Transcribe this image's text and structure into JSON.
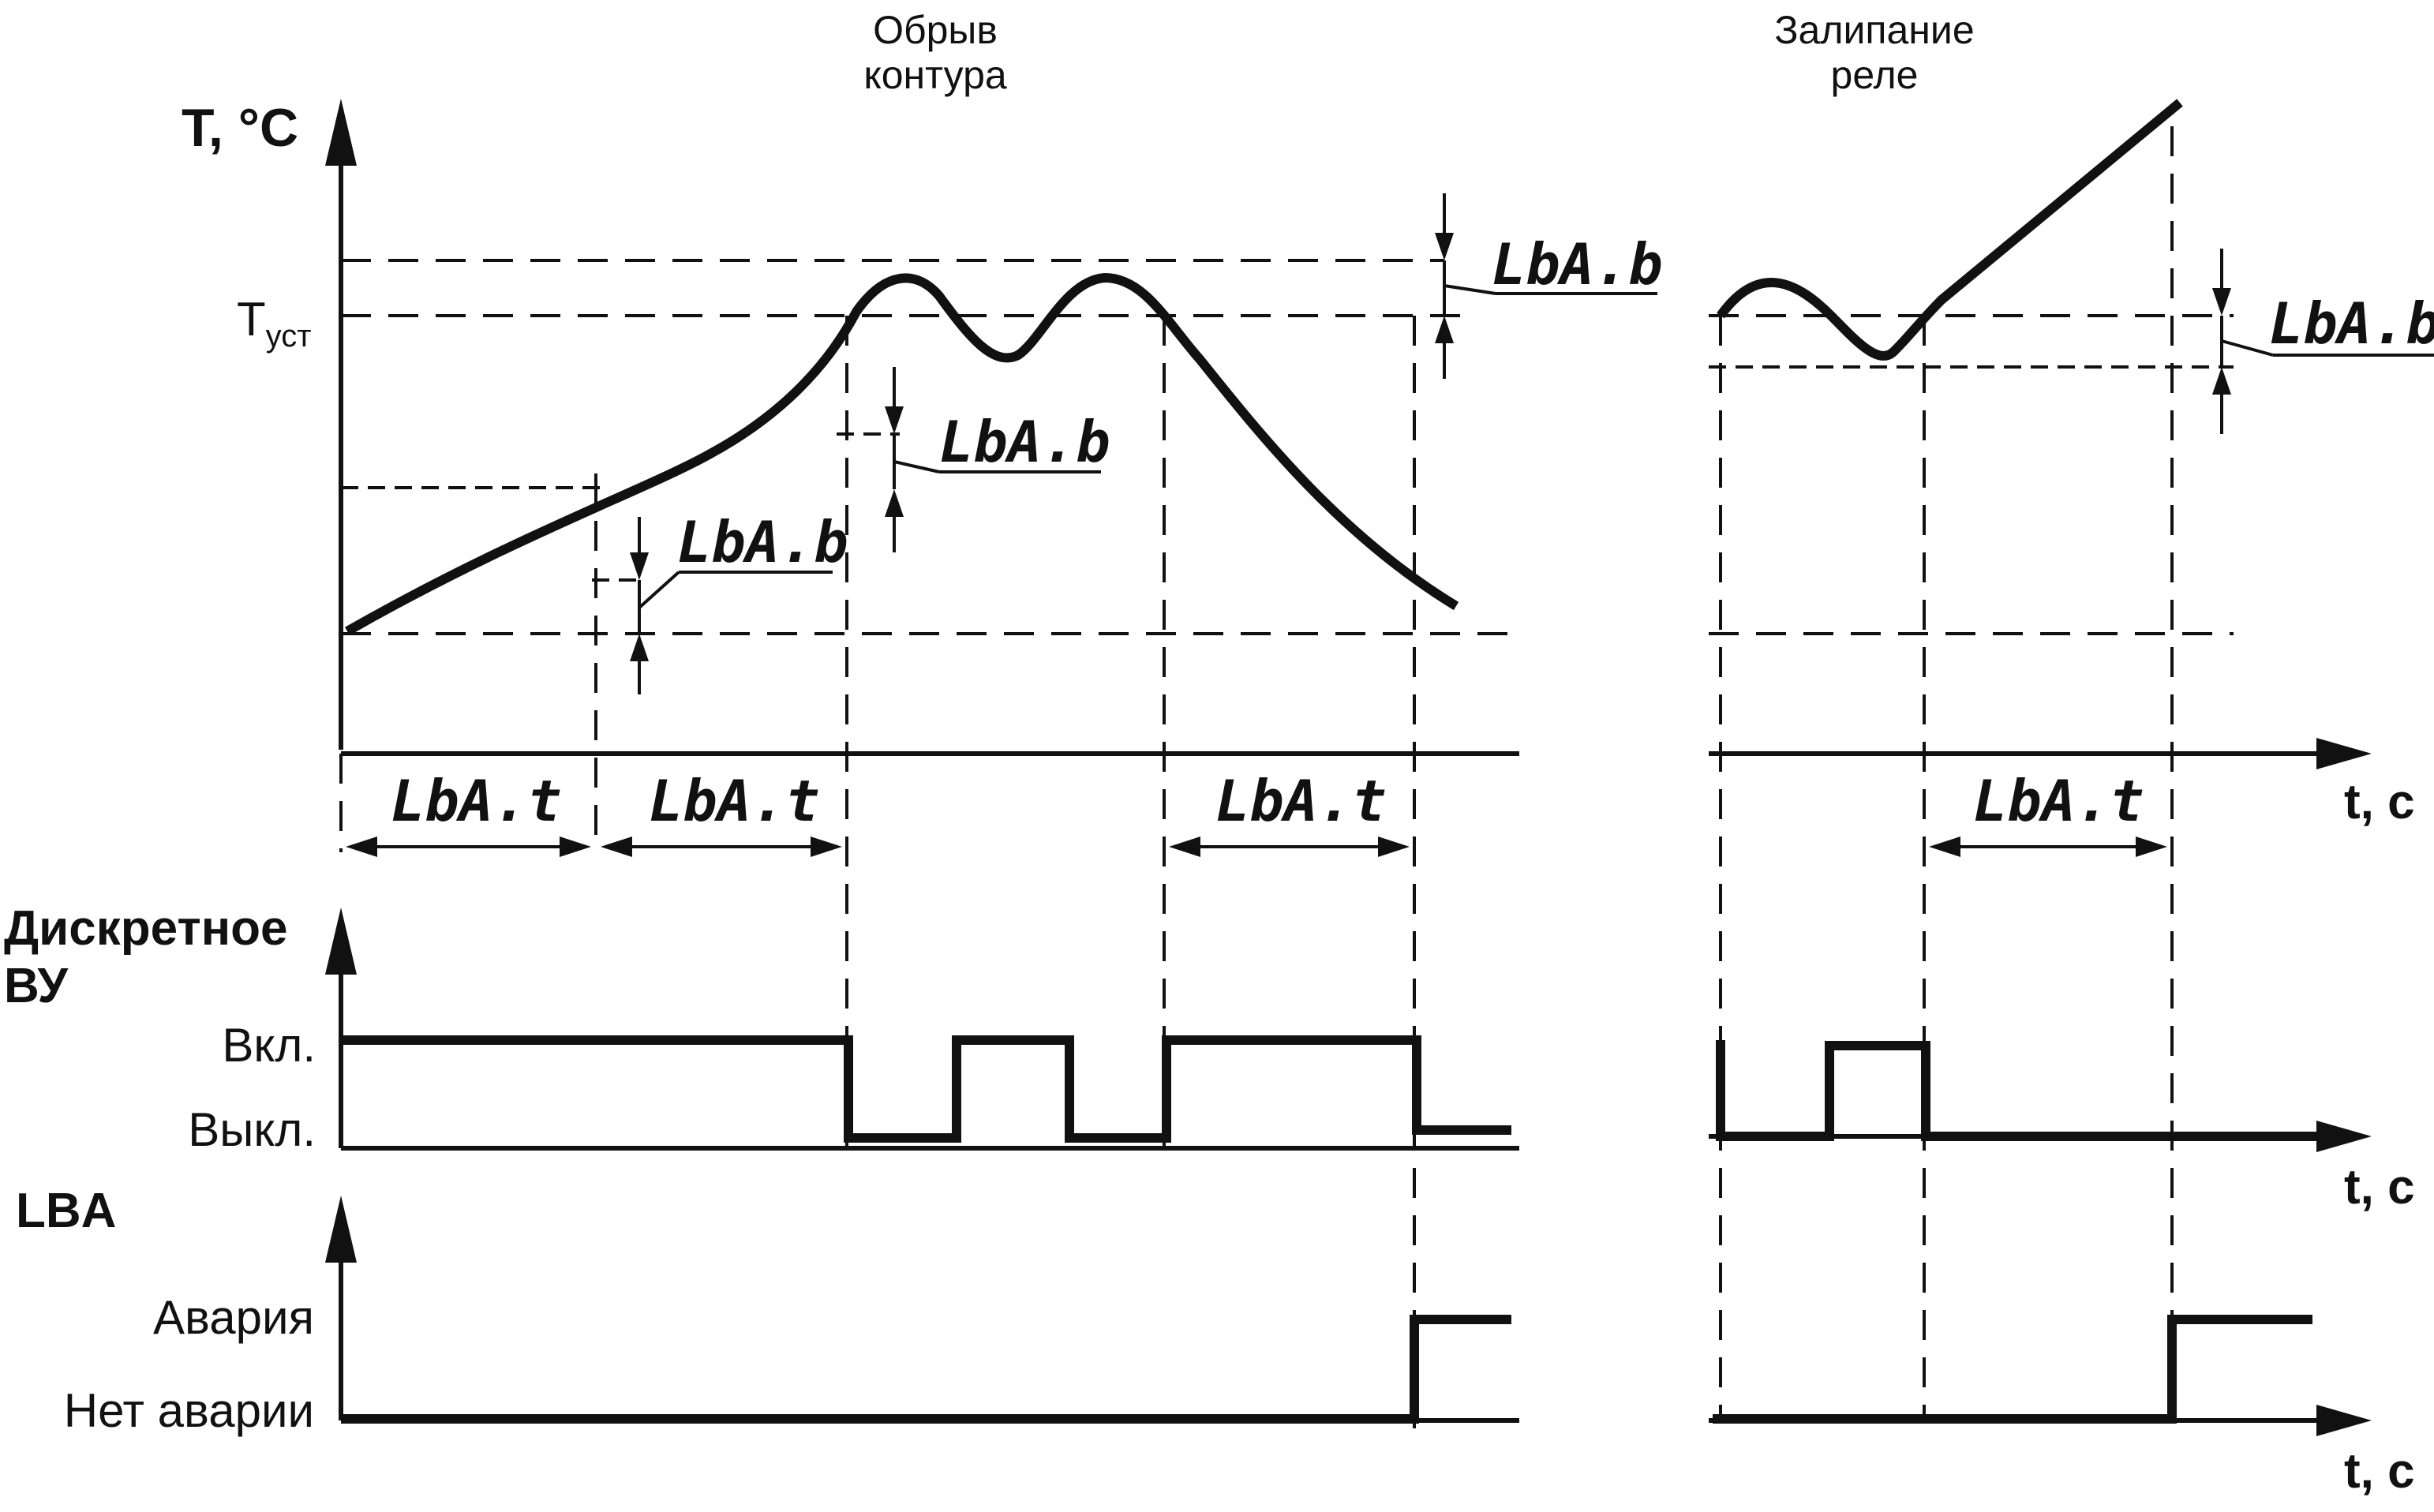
{
  "annotations": {
    "loop_break": [
      "Обрыв",
      "контура"
    ],
    "relay_stick": [
      "Залипание",
      "реле"
    ]
  },
  "temperature_axis": {
    "label": "T, °С",
    "setpoint_label": "Т",
    "setpoint_subscript": "уст"
  },
  "time_axis_label": "t, с",
  "params": {
    "band": "LbA.b",
    "time": "LbA.t"
  },
  "output": {
    "title": [
      "Дискретное",
      "ВУ"
    ],
    "on_label": "Вкл.",
    "off_label": "Выкл."
  },
  "lba": {
    "title": "LBA",
    "alarm_label": "Авария",
    "no_alarm_label": "Нет аварии"
  }
}
